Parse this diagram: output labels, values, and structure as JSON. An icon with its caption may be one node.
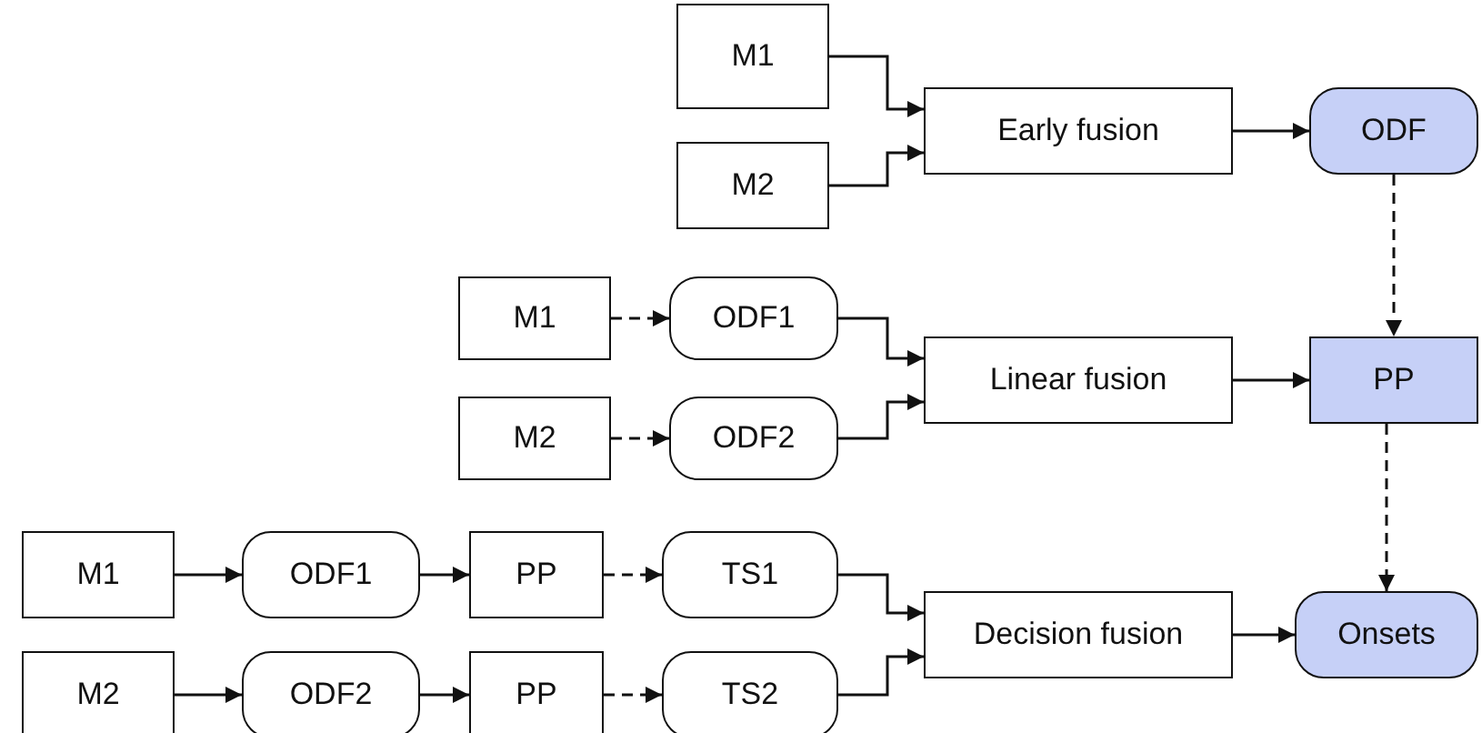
{
  "diagram": {
    "nodes": [
      {
        "text": [
          "M1"
        ]
      },
      {
        "text": [
          "M2"
        ]
      },
      {
        "text": [
          "Early fusion"
        ]
      },
      {
        "text": [
          "ODF"
        ]
      },
      {
        "text": [
          "M1"
        ]
      },
      {
        "text": [
          "ODF1"
        ]
      },
      {
        "text": [
          "M2"
        ]
      },
      {
        "text": [
          "ODF2"
        ]
      },
      {
        "text": [
          "Linear fusion"
        ]
      },
      {
        "text": [
          "PP"
        ]
      },
      {
        "text": [
          "M1"
        ]
      },
      {
        "text": [
          "ODF1"
        ]
      },
      {
        "text": [
          "PP"
        ]
      },
      {
        "text": [
          "TS1"
        ]
      },
      {
        "text": [
          "M2"
        ]
      },
      {
        "text": [
          "ODF2"
        ]
      },
      {
        "text": [
          "PP"
        ]
      },
      {
        "text": [
          "TS2"
        ]
      },
      {
        "text": [
          "Decision fusion"
        ]
      },
      {
        "text": [
          "Onsets"
        ]
      }
    ],
    "edges": [
      {
        "from": 0,
        "to": 2,
        "arrow": "to"
      },
      {
        "from": 1,
        "to": 2,
        "arrow": "to"
      },
      {
        "from": 2,
        "to": 3,
        "arrow": "to"
      },
      {
        "from": 3,
        "to": 9,
        "arrow": "to",
        "style": "dashed"
      },
      {
        "from": 4,
        "to": 5,
        "arrow": "to",
        "style": "dashed"
      },
      {
        "from": 6,
        "to": 7,
        "arrow": "to",
        "style": "dashed"
      },
      {
        "from": 5,
        "to": 8,
        "arrow": "to"
      },
      {
        "from": 7,
        "to": 8,
        "arrow": "to"
      },
      {
        "from": 8,
        "to": 9,
        "arrow": "to"
      },
      {
        "from": 9,
        "to": 19,
        "arrow": "to",
        "style": "dashed"
      },
      {
        "from": 10,
        "to": 11,
        "arrow": "to"
      },
      {
        "from": 11,
        "to": 12,
        "arrow": "to"
      },
      {
        "from": 12,
        "to": 13,
        "arrow": "to",
        "style": "dashed"
      },
      {
        "from": 14,
        "to": 15,
        "arrow": "to"
      },
      {
        "from": 15,
        "to": 16,
        "arrow": "to"
      },
      {
        "from": 16,
        "to": 17,
        "arrow": "to",
        "style": "dashed"
      },
      {
        "from": 13,
        "to": 18,
        "arrow": "to"
      },
      {
        "from": 17,
        "to": 18,
        "arrow": "to"
      },
      {
        "from": 18,
        "to": 19,
        "arrow": "to"
      }
    ]
  }
}
